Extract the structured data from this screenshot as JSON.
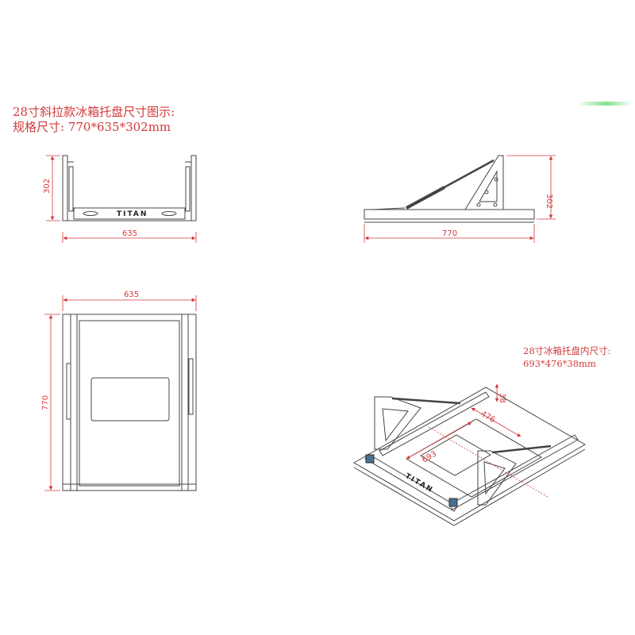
{
  "header": {
    "title_line1": "28寸斜拉款冰箱托盘尺寸图示:",
    "title_line2": "规格尺寸: 770*635*302mm"
  },
  "inner_note": {
    "line1": "28寸冰箱托盘内尺寸:",
    "line2": "693*476*38mm"
  },
  "dimensions": {
    "front_width": "635",
    "front_height": "302",
    "side_length": "770",
    "side_height": "302",
    "top_width": "635",
    "top_length": "770",
    "inner_length": "693",
    "inner_width": "476",
    "inner_height": "38"
  },
  "brand": "TITAN",
  "colors": {
    "dimension": "#d23a3a",
    "line": "#444444"
  }
}
